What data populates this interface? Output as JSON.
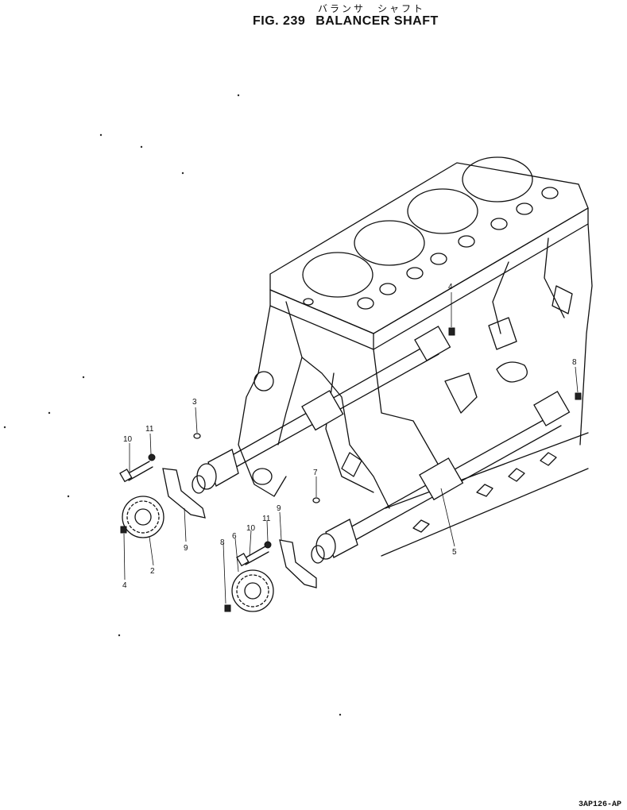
{
  "header": {
    "jp_title": "バランサ　シャフト",
    "fig_number": "FIG. 239",
    "fig_title": "BALANCER SHAFT"
  },
  "drawing_code": "3AP126-AP",
  "callouts": [
    {
      "id": "c1",
      "label": "3"
    },
    {
      "id": "c2",
      "label": "4"
    },
    {
      "id": "c3",
      "label": "8"
    },
    {
      "id": "c4",
      "label": "10"
    },
    {
      "id": "c5",
      "label": "11"
    },
    {
      "id": "c6",
      "label": "9"
    },
    {
      "id": "c7",
      "label": "2"
    },
    {
      "id": "c8",
      "label": "4"
    },
    {
      "id": "c9",
      "label": "7"
    },
    {
      "id": "c10",
      "label": "9"
    },
    {
      "id": "c11",
      "label": "11"
    },
    {
      "id": "c12",
      "label": "10"
    },
    {
      "id": "c13",
      "label": "6"
    },
    {
      "id": "c14",
      "label": "8"
    },
    {
      "id": "c15",
      "label": "5"
    }
  ]
}
